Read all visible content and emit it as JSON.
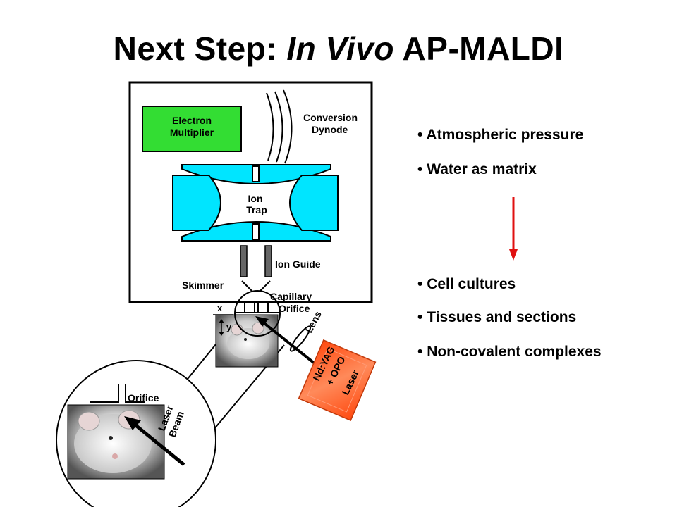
{
  "title": {
    "prefix": "Next Step: ",
    "italic": "In Vivo",
    "suffix": " AP-MALDI"
  },
  "diagram": {
    "electron_multiplier": [
      "Electron",
      "Multiplier"
    ],
    "conversion_dynode": [
      "Conversion",
      "Dynode"
    ],
    "ion_trap": [
      "Ion",
      "Trap"
    ],
    "ion_guide": "Ion Guide",
    "skimmer": "Skimmer",
    "capillary": "Capillary",
    "orifice_top": "Orifice",
    "x_label": "x",
    "y_label": "y",
    "lens": "Lens",
    "laser_device": [
      "Nd:YAG",
      "+ OPO",
      "Laser"
    ],
    "orifice_bottom": "Orifice",
    "laser_beam": [
      "Laser",
      "Beam"
    ]
  },
  "bullets_top": [
    "Atmospheric pressure",
    "Water as matrix"
  ],
  "bullets_bottom": [
    "Cell cultures",
    "Tissues and sections",
    "Non-covalent complexes"
  ],
  "colors": {
    "multiplier_green": "#33dd33",
    "ion_cyan": "#00e5ff",
    "arrow_red": "#e01010",
    "laser_orange": "#ff5a1f"
  }
}
